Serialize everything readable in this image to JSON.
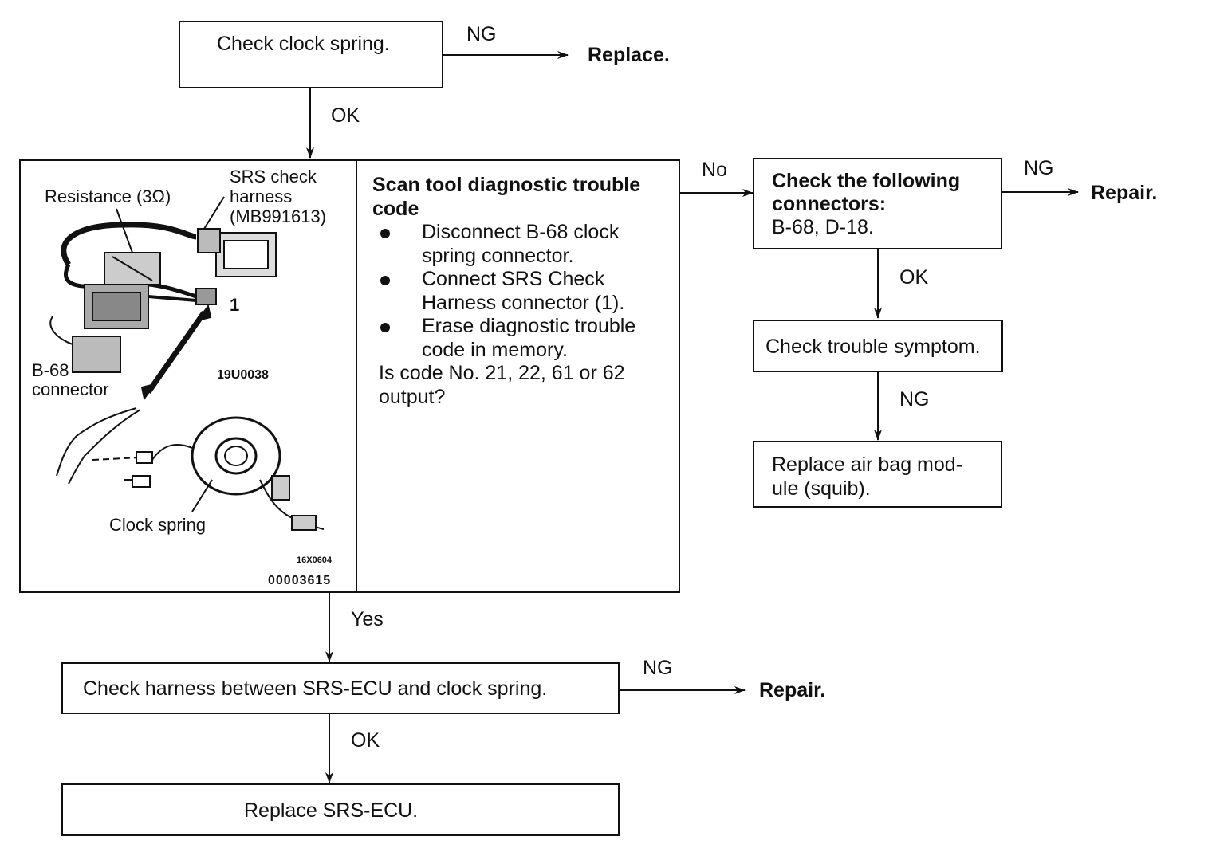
{
  "step1": {
    "text": "Check clock spring.",
    "ng": "NG",
    "ng_result": "Replace.",
    "ok": "OK"
  },
  "step2": {
    "heading": "Scan tool diagnostic trouble code",
    "bullets": [
      "Disconnect B-68 clock spring connector.",
      "Connect SRS Check Harness connector (1).",
      "Erase diagnostic trouble code in memory."
    ],
    "question": "Is code No. 21, 22, 61 or 62 output?",
    "no": "No",
    "yes": "Yes",
    "figure": {
      "resistance": "Resistance (3Ω)",
      "srs_check_harness": "SRS check harness",
      "part_no": "(MB991613)",
      "marker": "1",
      "b68": "B-68",
      "connector": "connector",
      "fig_code_1": "19U0038",
      "clock_spring": "Clock spring",
      "fig_code_2": "16X0604",
      "fig_code_3": "00003615"
    }
  },
  "step3": {
    "heading": "Check the following connectors:",
    "text": "B-68, D-18.",
    "ng": "NG",
    "ng_result": "Repair.",
    "ok": "OK"
  },
  "step4": {
    "text": "Check trouble symptom.",
    "ng": "NG"
  },
  "step5": {
    "line1": "Replace air bag mod-",
    "line2": "ule (squib)."
  },
  "step6": {
    "text": "Check harness between SRS-ECU and clock spring.",
    "ng": "NG",
    "ng_result": "Repair.",
    "ok": "OK"
  },
  "step7": {
    "text": "Replace SRS-ECU."
  }
}
